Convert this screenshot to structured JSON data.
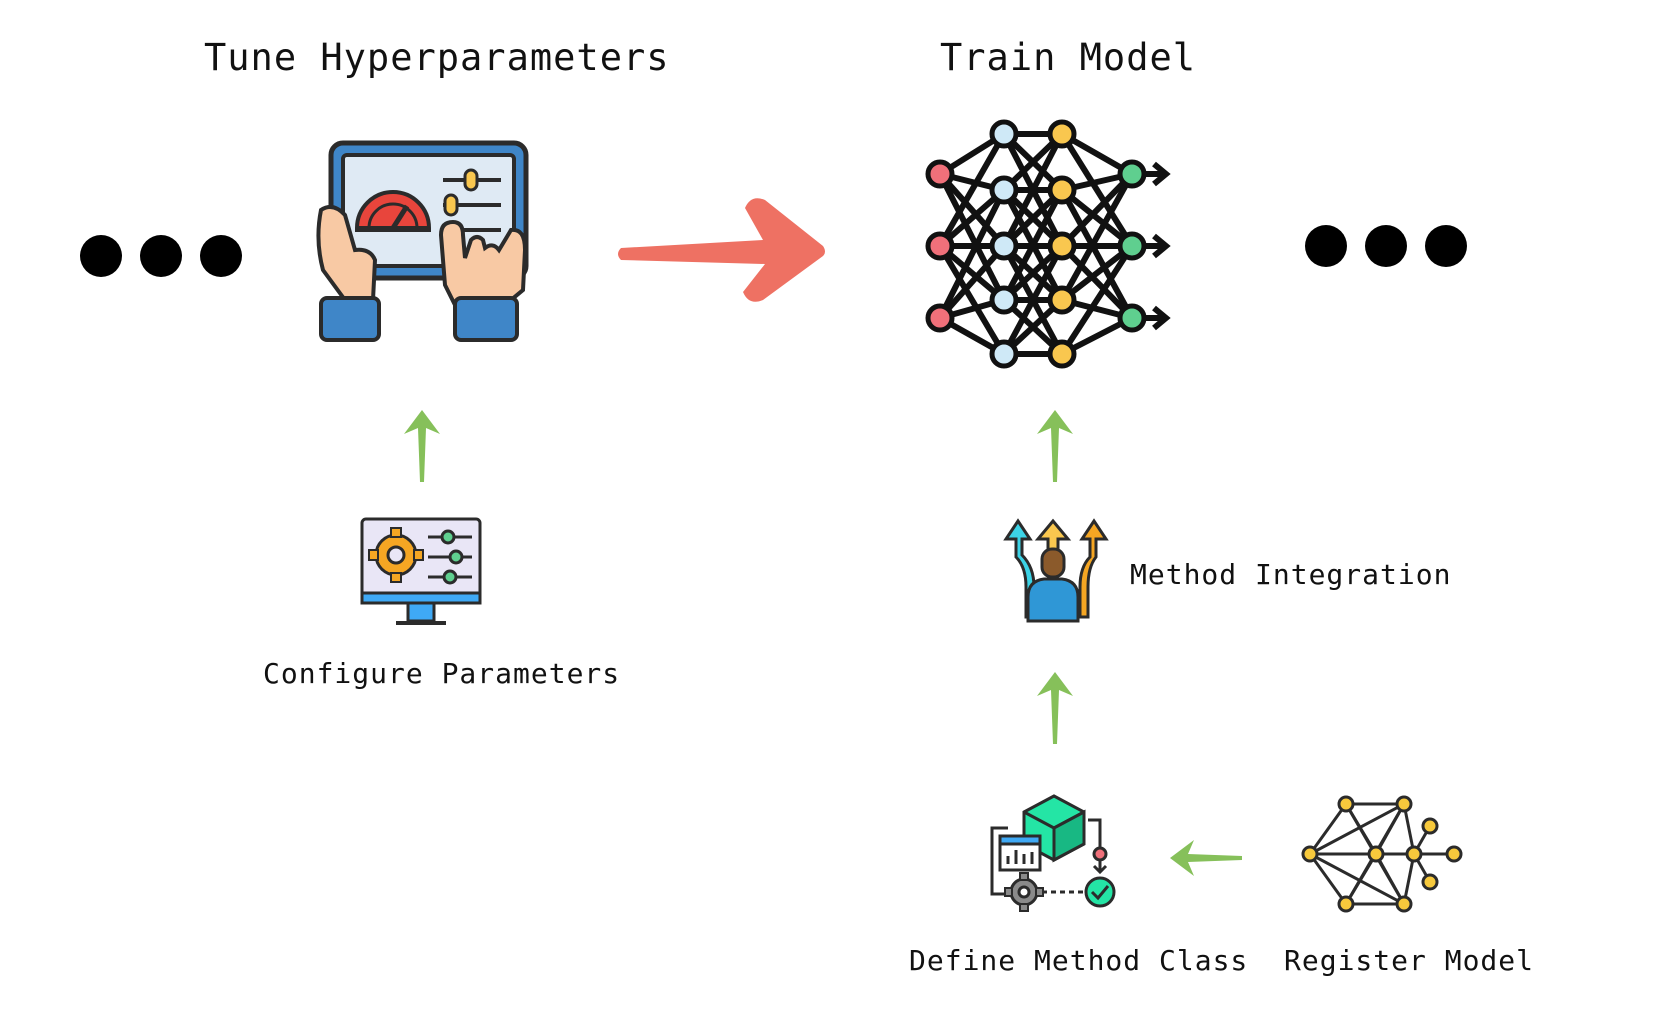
{
  "titles": {
    "tune": "Tune Hyperparameters",
    "train": "Train Model"
  },
  "labels": {
    "configure": "Configure Parameters",
    "integration": "Method Integration",
    "define": "Define Method Class",
    "register": "Register Model"
  },
  "icons": {
    "tune": "tablet-speedometer-sliders-icon",
    "train": "neural-network-icon",
    "configure": "monitor-gear-settings-icon",
    "integration": "person-choosing-paths-icon",
    "define": "cube-process-icon",
    "register": "graph-network-icon",
    "ellipsis": "ellipsis-icon"
  },
  "colors": {
    "main_arrow": "#ee7163",
    "green_arrow": "#86c05a",
    "tablet_blue": "#3f86c8",
    "gauge_red": "#e8453c",
    "node_red": "#f0707a",
    "node_blue": "#cfe9f7",
    "node_yellow": "#f9c74f",
    "node_green": "#5fcf8f",
    "cube_green": "#24e5a5",
    "graph_yellow": "#f7c93c"
  }
}
